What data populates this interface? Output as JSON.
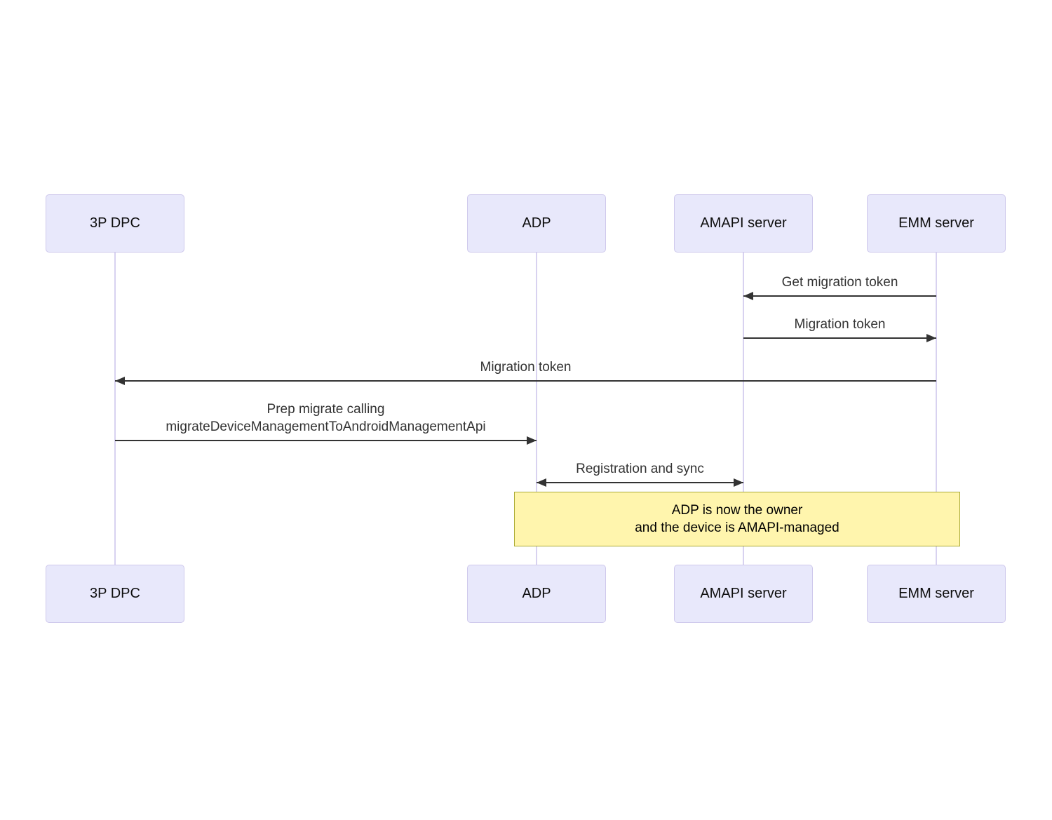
{
  "diagram": {
    "kind": "sequence-diagram",
    "actors": [
      {
        "name": "3P DPC"
      },
      {
        "name": "ADP"
      },
      {
        "name": "AMAPI server"
      },
      {
        "name": "EMM server"
      }
    ],
    "messages": [
      {
        "label": "Get migration token",
        "from": "EMM server",
        "to": "AMAPI server",
        "direction": "left"
      },
      {
        "label": "Migration token",
        "from": "AMAPI server",
        "to": "EMM server",
        "direction": "right"
      },
      {
        "label": "Migration token",
        "from": "EMM server",
        "to": "3P DPC",
        "direction": "left"
      },
      {
        "label_line1": "Prep migrate calling",
        "label_line2": "migrateDeviceManagementToAndroidManagementApi",
        "from": "3P DPC",
        "to": "ADP",
        "direction": "right"
      },
      {
        "label": "Registration and sync",
        "from": "ADP",
        "to": "AMAPI server",
        "direction": "both"
      }
    ],
    "note": {
      "line1": "ADP is now the owner",
      "line2": "and the device is AMAPI-managed",
      "over": "ADP, EMM server"
    },
    "colors": {
      "actor_fill": "#e8e8fb",
      "actor_border": "#cfc9ec",
      "lifeline": "#d8d2f0",
      "arrow": "#333333",
      "message_text": "#333333",
      "note_fill": "#fff5ad",
      "note_border": "#aaaa33",
      "note_text": "#000000"
    }
  }
}
